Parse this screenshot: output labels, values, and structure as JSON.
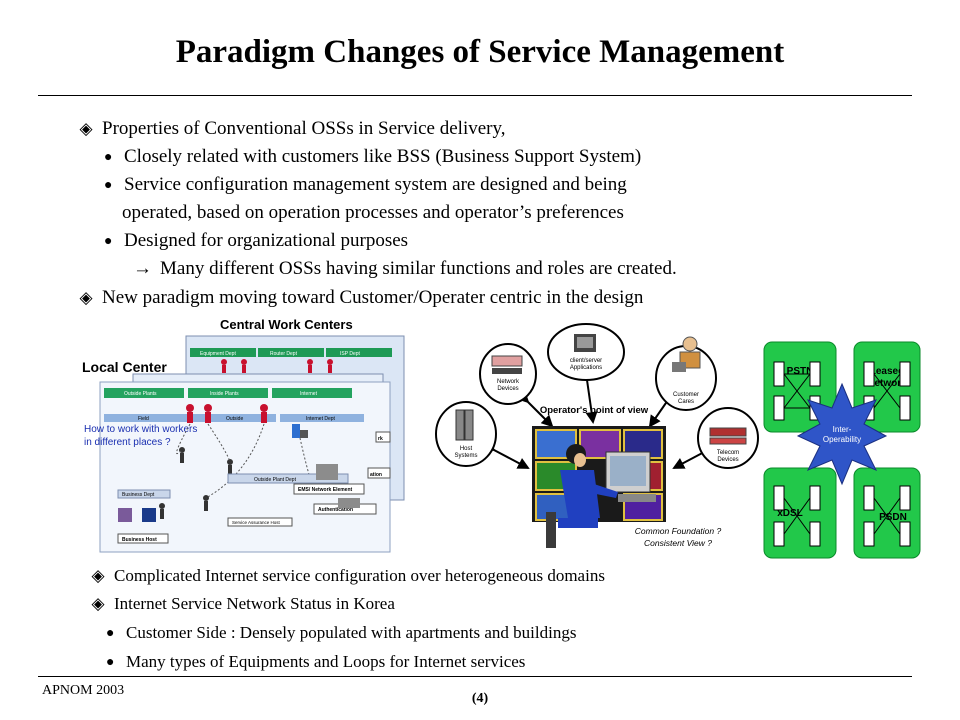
{
  "title": "Paradigm Changes of Service Management",
  "lines": {
    "l1": "Properties of Conventional OSSs in Service delivery,",
    "l2": "Closely related with customers like BSS (Business Support System)",
    "l3a": "Service configuration management system are designed and being",
    "l3b": "operated,  based on operation processes and operator’s preferences",
    "l4": "Designed for organizational purposes",
    "l5": "Many different OSSs having similar functions and roles are created.",
    "l6": "New paradigm moving toward Customer/Operater centric in the design",
    "l7": "Complicated Internet service configuration over heterogeneous domains",
    "l8": "Internet Service Network Status in Korea",
    "l9": "Customer Side : Densely populated with apartments and buildings",
    "l10": "Many types of Equipments and Loops for Internet services"
  },
  "left_figure": {
    "central_title": "Central Work Centers",
    "local_title": "Local Center",
    "question": [
      "How to work with workers",
      "in different places ?"
    ],
    "top_depts": [
      "Equipment Dept",
      "Router Dept",
      "ISP Dept"
    ],
    "mid_depts": [
      "Outside Plants",
      "Inside Plants",
      "Internet"
    ],
    "row_depts": [
      "Field",
      "Outside",
      "Internet Dept"
    ],
    "labels": {
      "outside_plant": "Outside Plant Dept",
      "business": "Business Dept",
      "ems": "EMS/ Network Element",
      "service_assurance": "Service Assurance Host",
      "authentication": "Authentication",
      "business_host": "Business Host",
      "work": "rk",
      "ation": "ation"
    }
  },
  "center_figure": {
    "operator_view": "Operator's point of view",
    "client_server": [
      "client/server",
      "Applications"
    ],
    "network_devices": [
      "Network",
      "Devices"
    ],
    "customer_cares": [
      "Customer",
      "Cares"
    ],
    "host_systems": [
      "Host",
      "Systems"
    ],
    "telecom_devices": [
      "Telecom",
      "Devices"
    ],
    "foundation": [
      "Common Foundation ?",
      "Consistent View ?"
    ]
  },
  "right_figure": {
    "pstn": "PSTN",
    "leased": [
      "Leased",
      "Network"
    ],
    "xdsl": "xDSL",
    "psdn": "PSDN",
    "interop": [
      "Inter-",
      "Operability"
    ]
  },
  "footer": {
    "org": "APNOM 2003",
    "page": "(4)"
  },
  "colors": {
    "green": "#22c84a",
    "blue_panel": "#2f55c8",
    "frame": "#0a8a2a"
  },
  "icons": {
    "diamond": "diamond-bullet-icon",
    "dot": "dot-bullet-icon",
    "arrow": "right-arrow-icon"
  }
}
